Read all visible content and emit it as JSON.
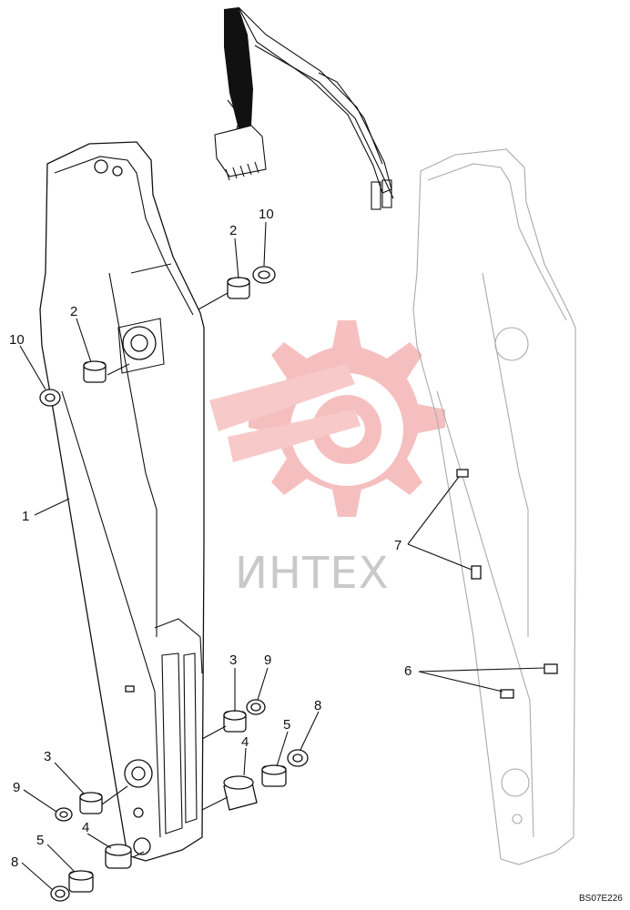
{
  "watermark": {
    "text": "ИНТЕХ",
    "color": "#f2a5a5"
  },
  "drawing_code": "BS07E226",
  "callouts": [
    "1",
    "2",
    "2",
    "10",
    "10",
    "3",
    "9",
    "8",
    "5",
    "4",
    "3",
    "9",
    "4",
    "5",
    "8",
    "7",
    "6"
  ]
}
